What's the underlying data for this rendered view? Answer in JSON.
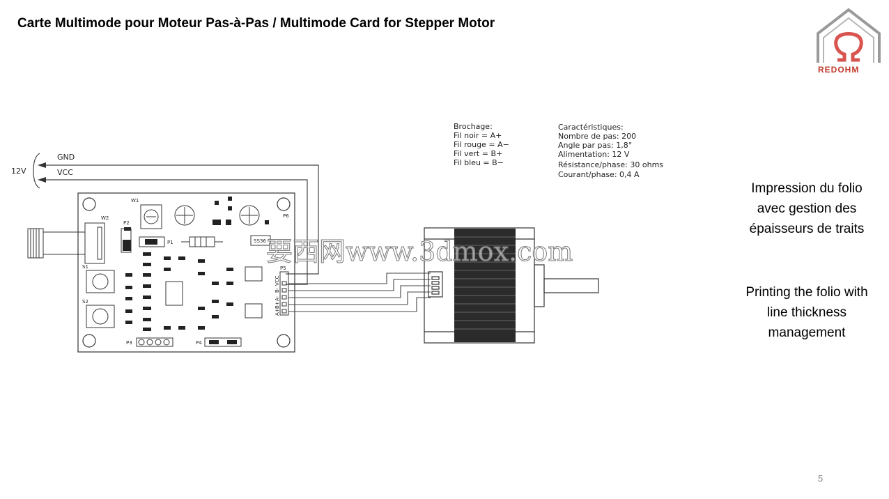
{
  "title": "Carte Multimode pour Moteur Pas-à-Pas / Multimode Card for Stepper Motor",
  "logo": {
    "text": "REDOHM",
    "icon": "omega-house-logo"
  },
  "supply": {
    "gnd": "GND",
    "vcc": "VCC",
    "voltage": "12V"
  },
  "board": {
    "w1": "W1",
    "w2": "W2",
    "p1": "P1",
    "p2": "P2",
    "p3": "P3",
    "p4": "P4",
    "p5": "P5",
    "p6": "P6",
    "s1": "S1",
    "s2": "S2",
    "chip": "SS36",
    "p5_pins": [
      "A+",
      "B+",
      "A-",
      "B-",
      "VCC"
    ]
  },
  "pinout": {
    "heading": "Brochage:",
    "lines": [
      "Fil noir = A+",
      "Fil rouge = A−",
      "Fil vert = B+",
      "Fil bleu = B−"
    ]
  },
  "specs": {
    "heading": "Caractéristiques:",
    "lines": [
      "Nombre de pas: 200",
      "Angle par pas: 1,8°",
      "Alimentation: 12 V",
      "Résistance/phase: 30 ohms",
      "Courant/phase: 0,4 A"
    ]
  },
  "watermark": "要西网www.3dmox.com",
  "notes": {
    "fr": [
      "Impression du folio",
      "avec gestion des",
      "épaisseurs de traits"
    ],
    "en": [
      "Printing the folio with",
      "line thickness",
      "management"
    ]
  },
  "page_number": "5"
}
